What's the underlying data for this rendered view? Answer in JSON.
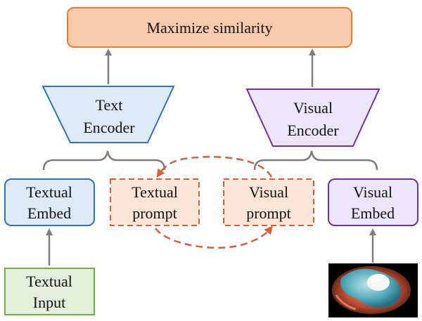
{
  "top_box": {
    "label": "Maximize similarity"
  },
  "text_encoder": {
    "line1": "Text",
    "line2": "Encoder"
  },
  "visual_encoder": {
    "line1": "Visual",
    "line2": "Encoder"
  },
  "textual_embed": {
    "line1": "Textual",
    "line2": "Embed"
  },
  "textual_prompt": {
    "line1": "Textual",
    "line2": "prompt"
  },
  "visual_prompt": {
    "line1": "Visual",
    "line2": "prompt"
  },
  "visual_embed": {
    "line1": "Visual",
    "line2": "Embed"
  },
  "textual_input": {
    "line1": "Textual",
    "line2": "Input"
  },
  "colors": {
    "top_fill": "#f8cbad",
    "top_stroke": "#ed7d31",
    "text_fill": "#deebf7",
    "text_stroke": "#2e75b6",
    "visual_fill": "#ece6fa",
    "visual_stroke": "#7030a0",
    "prompt_fill": "#fbe5d6",
    "prompt_stroke": "#d5603a",
    "input_fill": "#e2efda",
    "input_stroke": "#70ad47",
    "arrow": "#7f7f7f"
  },
  "icons": {
    "input_image": "endoscopy-image"
  }
}
